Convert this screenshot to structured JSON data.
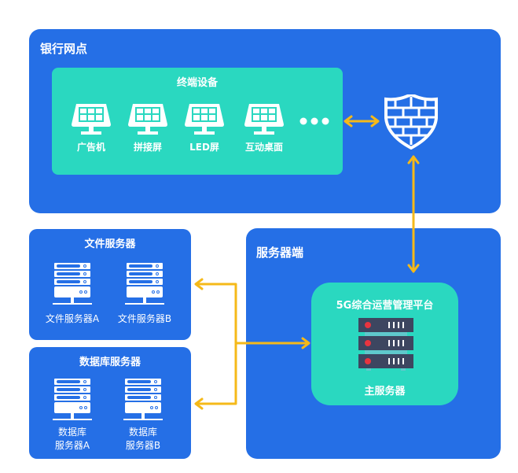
{
  "bank_branch": {
    "title": "银行网点",
    "terminal_group": {
      "title": "终端设备",
      "devices": [
        {
          "label": "广告机",
          "icon": "monitor-icon"
        },
        {
          "label": "拼接屏",
          "icon": "monitor-icon"
        },
        {
          "label": "LED屏",
          "icon": "monitor-icon"
        },
        {
          "label": "互动桌面",
          "icon": "monitor-icon"
        }
      ],
      "more_icon": "ellipsis-icon"
    },
    "firewall_icon": "firewall-shield-icon"
  },
  "file_servers": {
    "title": "文件服务器",
    "items": [
      {
        "label": "文件服务器A",
        "icon": "server-rack-icon"
      },
      {
        "label": "文件服务器B",
        "icon": "server-rack-icon"
      }
    ]
  },
  "db_servers": {
    "title": "数据库服务器",
    "items": [
      {
        "label_line1": "数据库",
        "label_line2": "服务器A",
        "icon": "server-rack-icon"
      },
      {
        "label_line1": "数据库",
        "label_line2": "服务器B",
        "icon": "server-rack-icon"
      }
    ]
  },
  "server_side": {
    "title": "服务器端",
    "platform": {
      "title": "5G综合运营管理平台",
      "server_label": "主服务器",
      "icon": "main-server-icon"
    }
  },
  "colors": {
    "panel_blue": "#256fe6",
    "teal": "#2ad8c0",
    "arrow_yellow": "#f5b919",
    "server_dark": "#3d4660",
    "server_led": "#e8343f"
  }
}
